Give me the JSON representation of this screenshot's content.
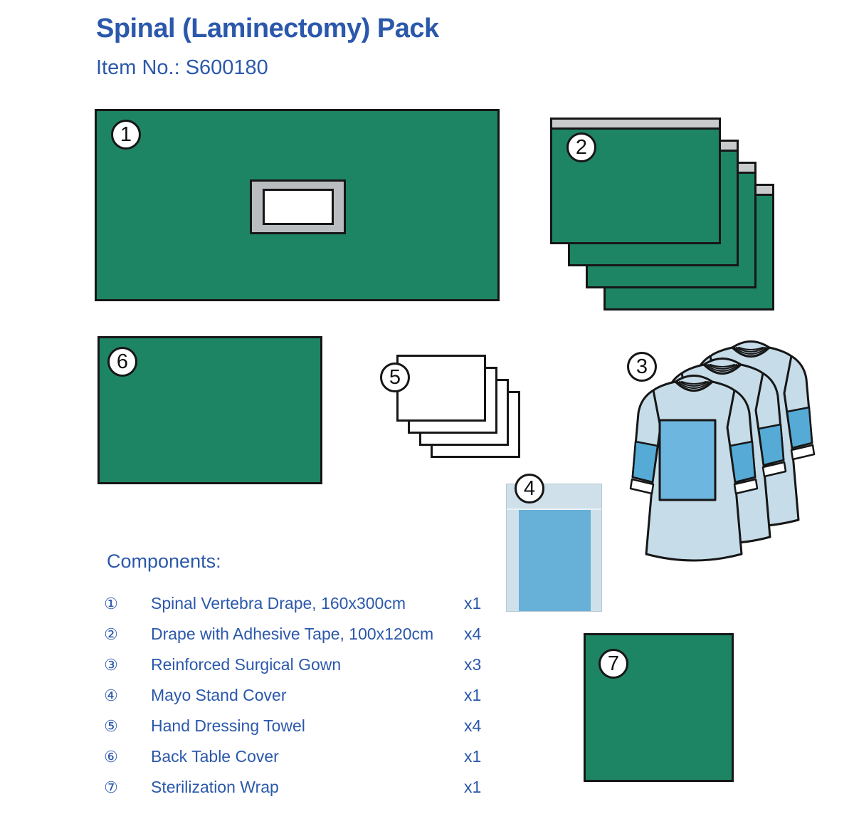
{
  "header": {
    "title": "Spinal (Laminectomy) Pack",
    "item_no": "Item No.: S600180"
  },
  "colors": {
    "text_blue": "#2b58ab",
    "drape_green": "#1e8564",
    "outline_black": "#161616",
    "tape_gray": "#c8cacb",
    "frame_gray": "#babdbf",
    "gown_light_blue": "#c6dce8",
    "gown_sleeve_blue": "#55aad6",
    "gown_panel_blue": "#6db6df",
    "mayo_pale_blue": "#cfe0ea",
    "mayo_inner_blue": "#67b0d8"
  },
  "illustrations": {
    "spinal_drape": {
      "badge": "1"
    },
    "adhesive_drapes": {
      "badge": "2",
      "count": 4
    },
    "gowns": {
      "badge": "3",
      "count": 3
    },
    "mayo_cover": {
      "badge": "4"
    },
    "towels": {
      "badge": "5",
      "count": 4
    },
    "back_table_cover": {
      "badge": "6"
    },
    "sterilization_wrap": {
      "badge": "7"
    }
  },
  "components": {
    "heading": "Components:",
    "items": [
      {
        "marker": "①",
        "label": "Spinal Vertebra Drape, 160x300cm",
        "qty": "x1"
      },
      {
        "marker": "②",
        "label": "Drape with Adhesive Tape, 100x120cm",
        "qty": "x4"
      },
      {
        "marker": "③",
        "label": "Reinforced Surgical Gown",
        "qty": "x3"
      },
      {
        "marker": "④",
        "label": "Mayo Stand Cover",
        "qty": "x1"
      },
      {
        "marker": "⑤",
        "label": "Hand Dressing Towel",
        "qty": "x4"
      },
      {
        "marker": "⑥",
        "label": "Back Table Cover",
        "qty": "x1"
      },
      {
        "marker": "⑦",
        "label": "Sterilization Wrap",
        "qty": "x1"
      }
    ]
  }
}
